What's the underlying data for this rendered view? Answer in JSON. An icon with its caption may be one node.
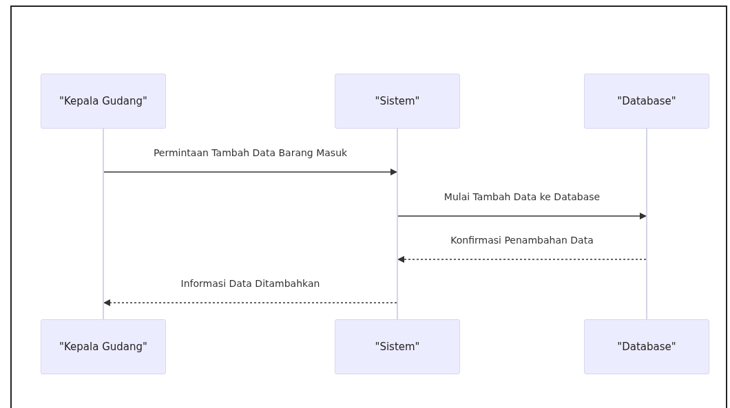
{
  "diagram": {
    "nodes": [
      {
        "text": [
          "\"Kepala Gudang\""
        ]
      },
      {
        "text": [
          "\"Sistem\""
        ]
      },
      {
        "text": [
          "\"Database\""
        ]
      },
      {
        "text": [],
        "shape": "bar"
      },
      {
        "text": [],
        "shape": "bar"
      },
      {
        "text": [],
        "shape": "bar"
      },
      {
        "text": [
          "\"Kepala Gudang\""
        ]
      },
      {
        "text": [
          "\"Sistem\""
        ]
      },
      {
        "text": [
          "\"Database\""
        ]
      }
    ],
    "edges": [
      {
        "from": 3,
        "to": 4,
        "arrow": "to",
        "label": "Permintaan Tambah Data Barang Masuk"
      },
      {
        "from": 4,
        "to": 5,
        "arrow": "to",
        "label": "Mulai Tambah Data ke Database"
      },
      {
        "from": 5,
        "to": 4,
        "arrow": "to",
        "label": "Konfirmasi Penambahan Data",
        "style": "dashed"
      },
      {
        "from": 4,
        "to": 3,
        "arrow": "to",
        "label": "Informasi Data Ditambahkan",
        "style": "dashed"
      }
    ]
  }
}
